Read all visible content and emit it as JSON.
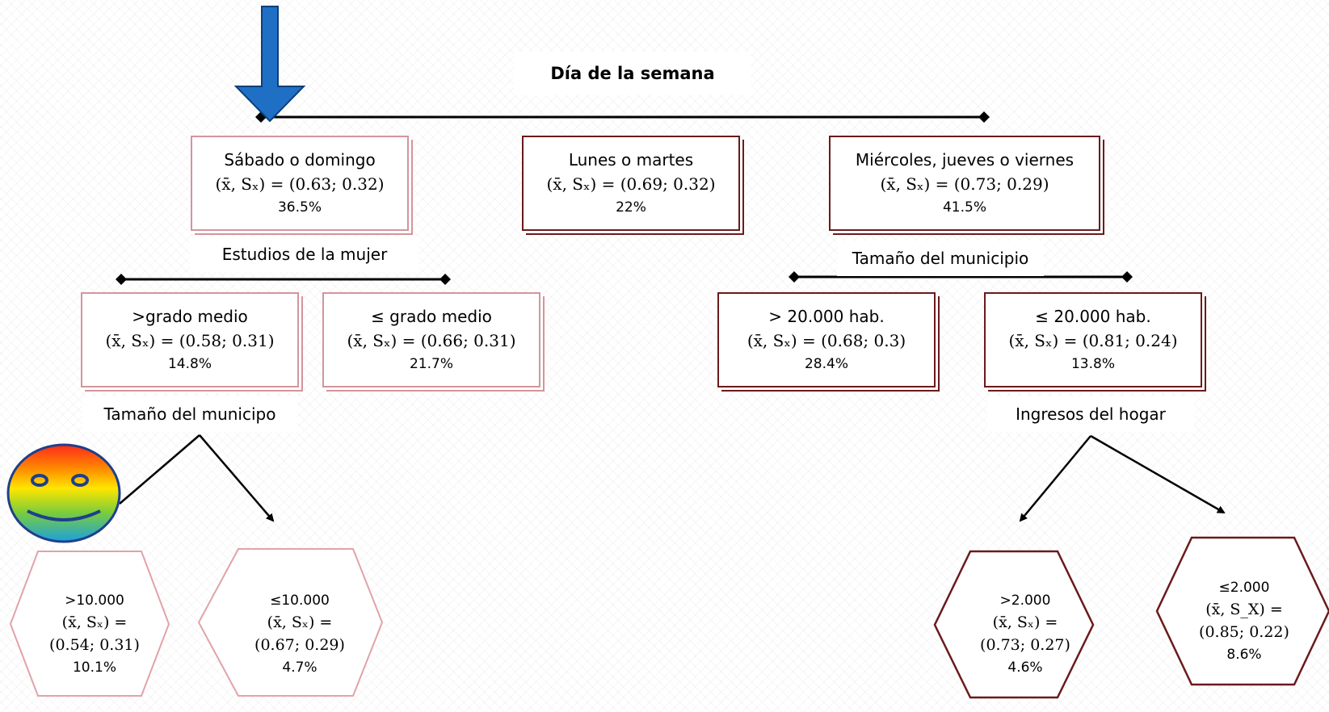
{
  "title": "Día  de la semana",
  "split_labels": {
    "estudios": "Estudios de la mujer",
    "tamano_right": "Tamaño del municipio",
    "tamano_left": "Tamaño del municipo",
    "ingresos": "Ingresos  del hogar"
  },
  "nodes": {
    "sabado": {
      "name": "Sábado o domingo",
      "stat": "(x̄, Sₓ) = (0.63; 0.32)",
      "pct": "36.5%"
    },
    "lunes": {
      "name": "Lunes o martes",
      "stat": "(x̄, Sₓ) = (0.69; 0.32)",
      "pct": "22%"
    },
    "miercoles": {
      "name": "Miércoles, jueves o viernes",
      "stat": "(x̄, Sₓ) = (0.73; 0.29)",
      "pct": "41.5%"
    },
    "grado_sup": {
      "name": ">grado medio",
      "stat": "(x̄, Sₓ) = (0.58; 0.31)",
      "pct": "14.8%"
    },
    "grado_inf": {
      "name": "≤ grado medio",
      "stat": "(x̄, Sₓ) = (0.66; 0.31)",
      "pct": "21.7%"
    },
    "hab_sup": {
      "name": "> 20.000 hab.",
      "stat": "(x̄, Sₓ) = (0.68; 0.3)",
      "pct": "28.4%"
    },
    "hab_inf": {
      "name": "≤ 20.000 hab.",
      "stat": "(x̄, Sₓ) = (0.81; 0.24)",
      "pct": "13.8%"
    }
  },
  "leaves": {
    "mun_sup": {
      "name": ">10.000",
      "stat1": "(x̄, Sₓ) =",
      "stat2": "(0.54; 0.31)",
      "pct": "10.1%"
    },
    "mun_inf": {
      "name": "≤10.000",
      "stat1": "(x̄, Sₓ) =",
      "stat2": "(0.67; 0.29)",
      "pct": "4.7%"
    },
    "ing_sup": {
      "name": ">2.000",
      "stat1": "(x̄, Sₓ) =",
      "stat2": "(0.73; 0.27)",
      "pct": "4.6%"
    },
    "ing_inf": {
      "name": "≤2.000",
      "stat1": "(x̄, S_X) =",
      "stat2": "(0.85; 0.22)",
      "pct": "8.6%"
    }
  },
  "colors": {
    "pink_border": "#d3959b",
    "dark_border": "#6a1a1c",
    "arrow_blue": "#1f6fc5",
    "connector": "#000000"
  },
  "icons": {
    "pointer": "down-arrow-icon",
    "smiley": "smiley-face-icon"
  }
}
